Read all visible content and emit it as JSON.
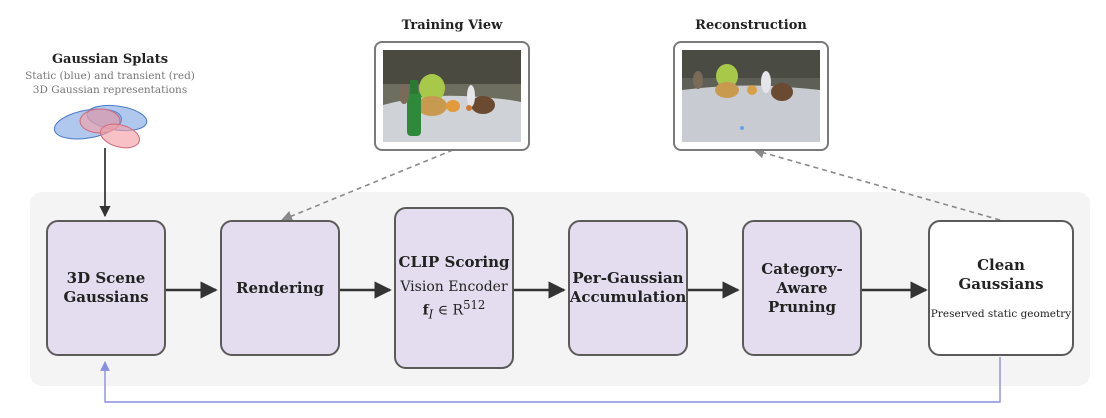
{
  "splats": {
    "title": "Gaussian Splats",
    "desc_line1": "Static (blue) and transient (red)",
    "desc_line2": "3D Gaussian representations"
  },
  "captions": {
    "training_view": "Training View",
    "reconstruction": "Reconstruction"
  },
  "nodes": [
    {
      "id": "scene",
      "title_line1": "3D Scene",
      "title_line2": "Gaussians"
    },
    {
      "id": "render",
      "title": "Rendering"
    },
    {
      "id": "clip",
      "title": "CLIP Scoring",
      "sub": "Vision Encoder",
      "math_bold": "f",
      "math_sub": "I",
      "math_rest": " ∈ R",
      "math_sup": "512"
    },
    {
      "id": "accum",
      "title_line1": "Per-Gaussian",
      "title_line2": "Accumulation"
    },
    {
      "id": "prune",
      "title_line1": "Category-Aware",
      "title_line2": "Pruning"
    },
    {
      "id": "clean",
      "title_line1": "Clean",
      "title_line2": "Gaussians",
      "sub": "Preserved static geometry"
    }
  ],
  "colors": {
    "node_fill": "#e4ddef",
    "node_border": "#5a5a5a",
    "static_gaussian": "#6f9be0",
    "transient_gaussian": "#f2a0a8",
    "feedback_arrow": "#8a8ee0",
    "dashed_arrow": "#8a8a8a"
  }
}
